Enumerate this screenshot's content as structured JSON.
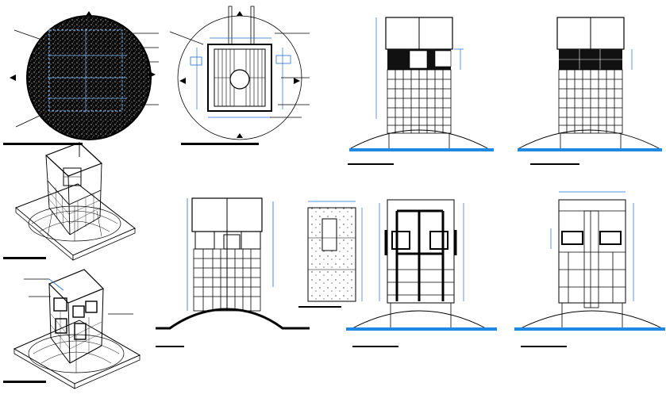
{
  "drawing": {
    "kind": "architectural CAD sheet",
    "views": [
      {
        "id": "site-plan",
        "type": "circular site plan with hatched ground"
      },
      {
        "id": "floor-plan",
        "type": "square floor plan inside circle"
      },
      {
        "id": "iso-view-1",
        "type": "isometric 3D view on square base"
      },
      {
        "id": "iso-view-2",
        "type": "isometric 3D view with leader callouts"
      },
      {
        "id": "front-elevation",
        "type": "elevation with dark upper band"
      },
      {
        "id": "side-elevation",
        "type": "elevation with dark upper band"
      },
      {
        "id": "section-elevation",
        "type": "elevation over mound"
      },
      {
        "id": "wall-detail",
        "type": "hatched wall panel detail"
      },
      {
        "id": "section-a",
        "type": "section with cross-bracing"
      },
      {
        "id": "section-b",
        "type": "section with central column"
      }
    ]
  },
  "colors": {
    "line": "#000000",
    "ground_line": "#1e88e5",
    "site_fill": "#0a0a0a",
    "dimension": "#1e6fd9",
    "paper": "#ffffff"
  }
}
